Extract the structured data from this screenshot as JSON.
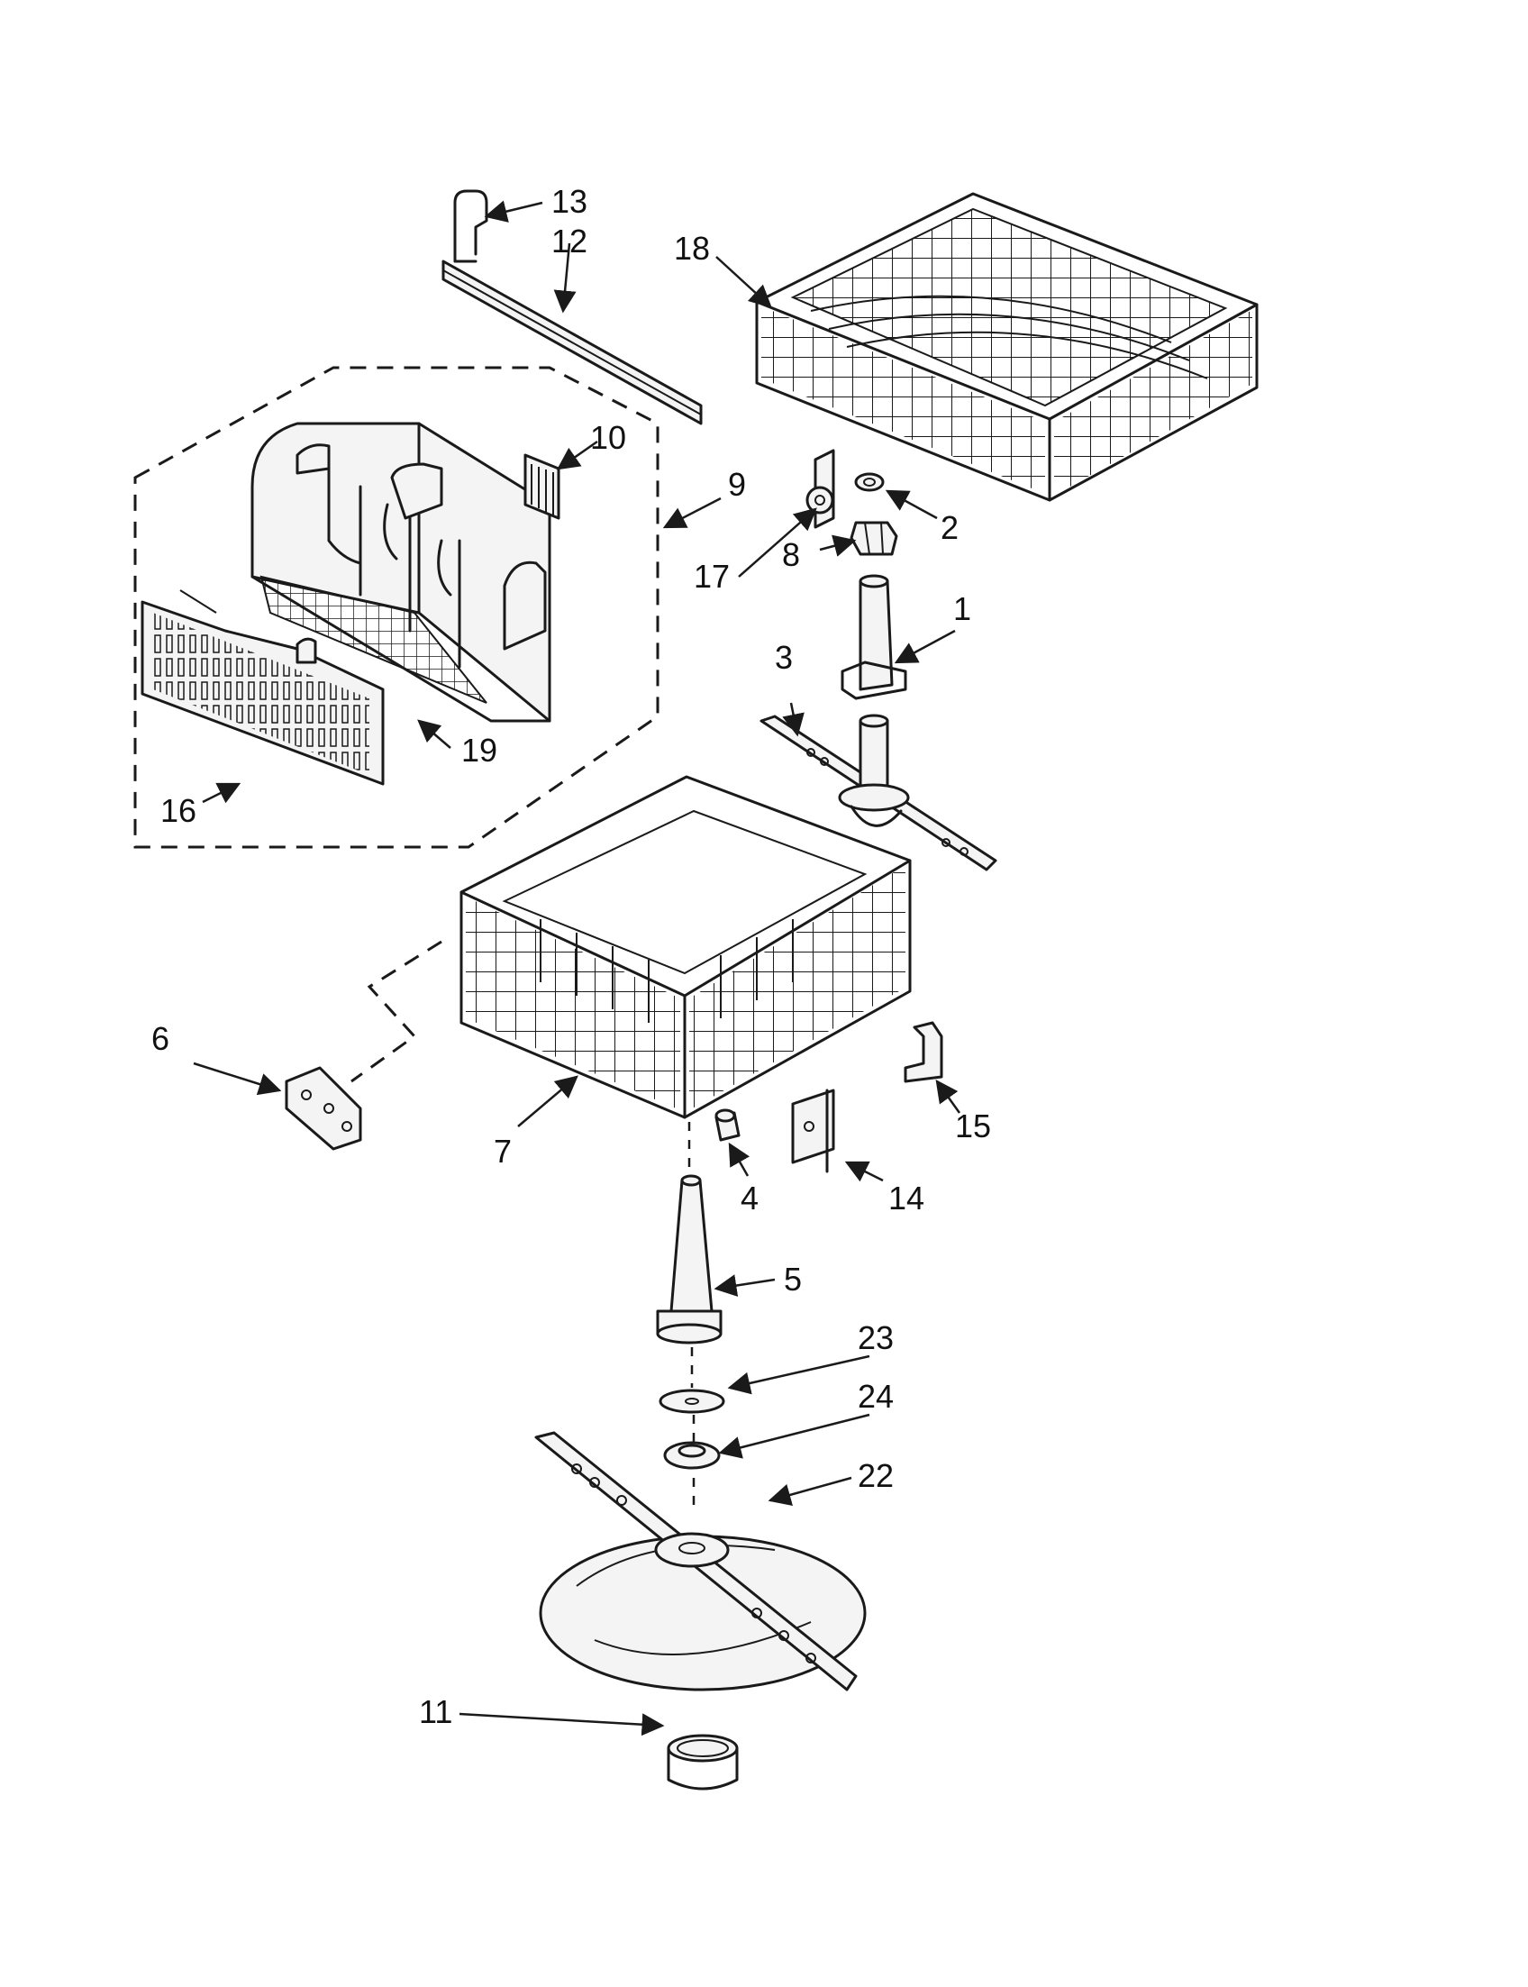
{
  "diagram": {
    "part_numbers": {
      "p1": "1",
      "p2": "2",
      "p3": "3",
      "p4": "4",
      "p5": "5",
      "p6": "6",
      "p7": "7",
      "p8": "8",
      "p9": "9",
      "p10": "10",
      "p11": "11",
      "p12": "12",
      "p13": "13",
      "p14": "14",
      "p15": "15",
      "p16": "16",
      "p17": "17",
      "p18": "18",
      "p19": "19",
      "p22": "22",
      "p23": "23",
      "p24": "24"
    }
  }
}
